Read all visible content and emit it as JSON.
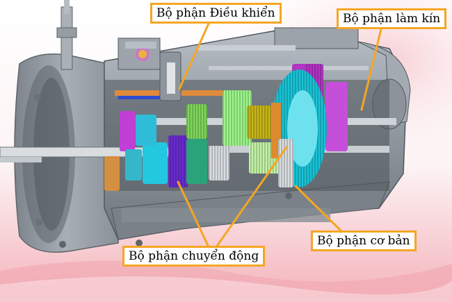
{
  "labels": {
    "control": "Bộ phận Điều khiển",
    "seal": "Bộ phận làm kín",
    "motion": "Bộ phận chuyển động",
    "base": "Bộ phận cơ bản"
  },
  "colors": {
    "label_border": "#f5a623",
    "leader": "#f5a623",
    "background_top": "#ffffff",
    "background_bottom": "#f4b6bd",
    "housing": "#9aa3ab"
  }
}
